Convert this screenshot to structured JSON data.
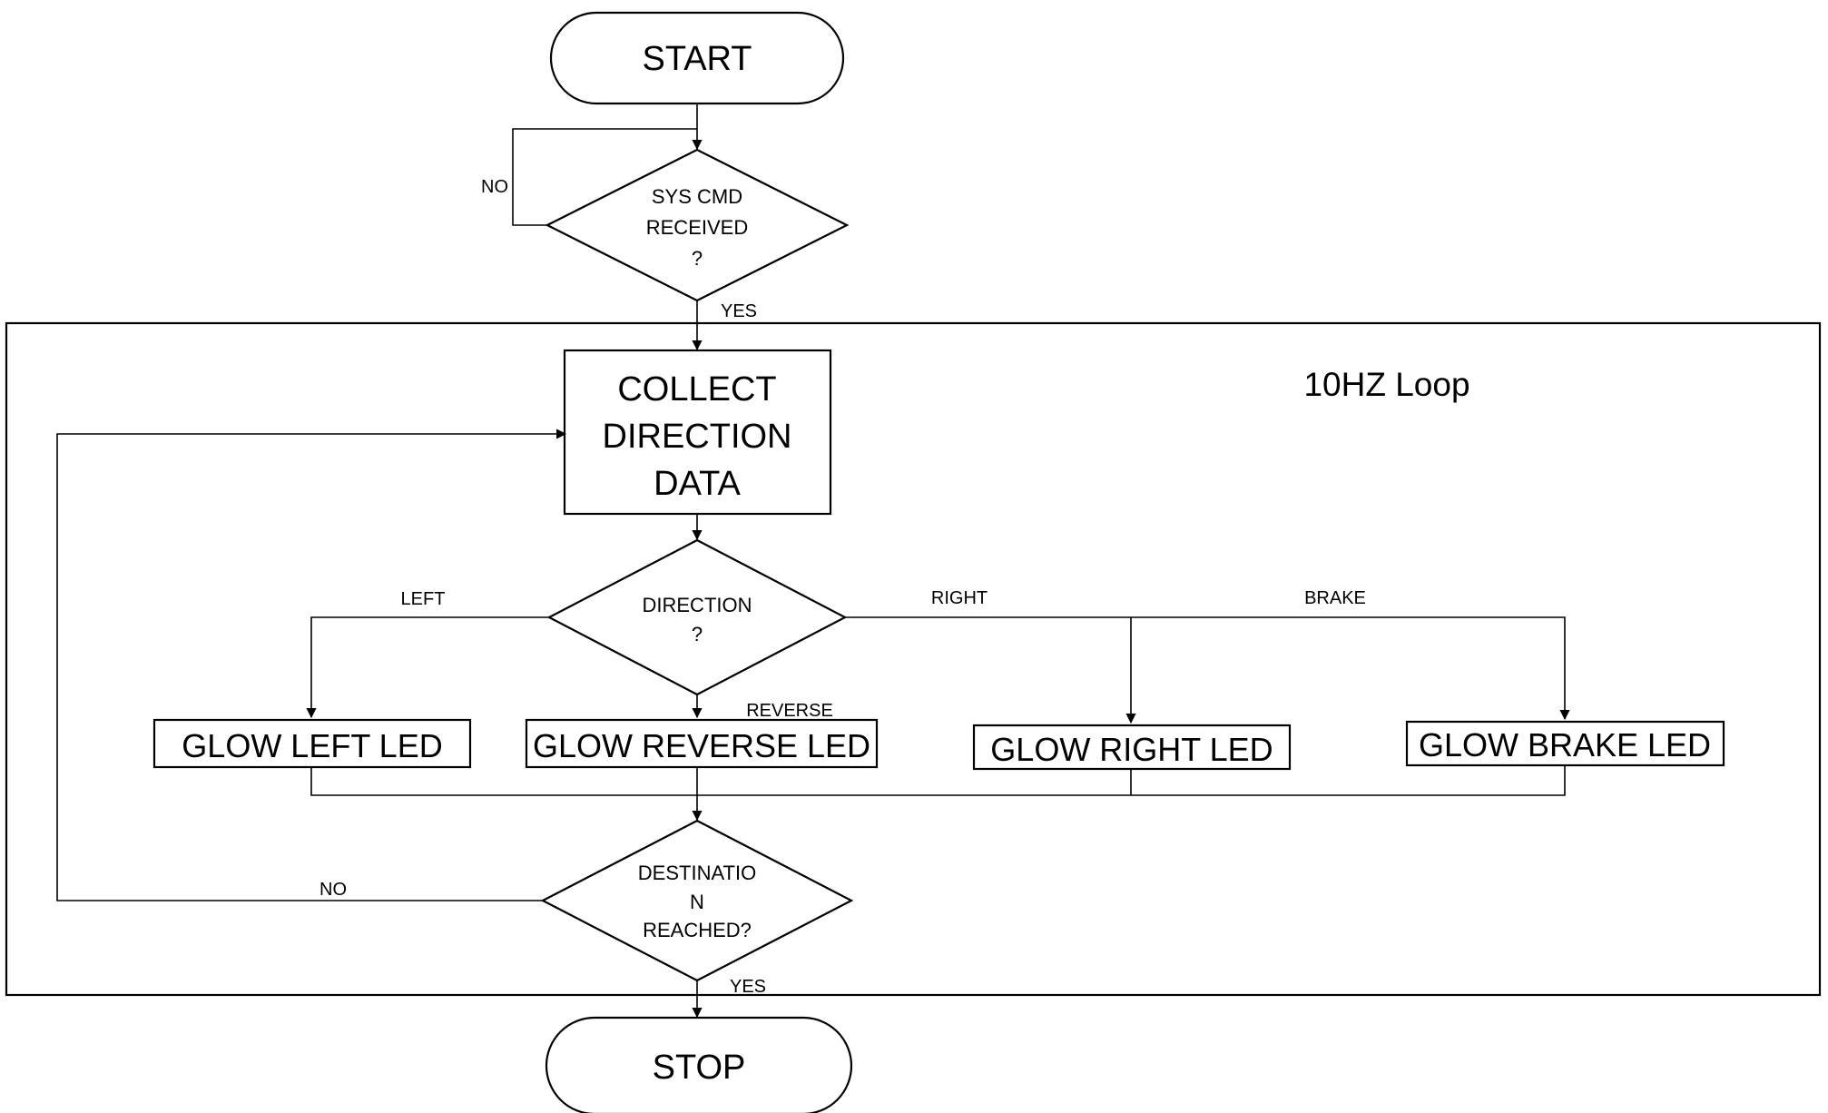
{
  "diagram": {
    "start": "START",
    "stop": "STOP",
    "loop_label": "10HZ Loop",
    "decisions": {
      "sys_cmd": [
        "SYS CMD",
        "RECEIVED",
        "?"
      ],
      "direction": [
        "DIRECTION",
        "?"
      ],
      "destination": [
        "DESTINATIO",
        "N",
        "REACHED?"
      ]
    },
    "process": {
      "collect": [
        "COLLECT",
        "DIRECTION",
        "DATA"
      ],
      "glow_left": "GLOW LEFT LED",
      "glow_reverse": "GLOW REVERSE LED",
      "glow_right": "GLOW RIGHT LED",
      "glow_brake": "GLOW BRAKE LED"
    },
    "edges": {
      "sys_no": "NO",
      "sys_yes": "YES",
      "left": "LEFT",
      "reverse": "REVERSE",
      "right": "RIGHT",
      "brake": "BRAKE",
      "dest_no": "NO",
      "dest_yes": "YES"
    }
  }
}
